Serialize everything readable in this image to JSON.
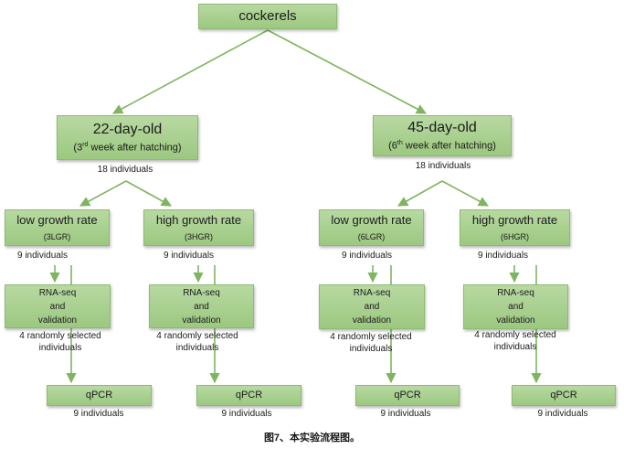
{
  "root": {
    "label": "cockerels"
  },
  "groups": [
    {
      "title": "22-day-old",
      "subtitle": {
        "ordinal_number": "3",
        "ordinal_suffix": "rd",
        "text": " week after hatching"
      },
      "count": "18 individuals",
      "branches": [
        {
          "title": "low growth rate",
          "code": "(3LGR)",
          "count": "9 individuals"
        },
        {
          "title": "high growth rate",
          "code": "(3HGR)",
          "count": "9 individuals"
        }
      ]
    },
    {
      "title": "45-day-old",
      "subtitle": {
        "ordinal_number": "6",
        "ordinal_suffix": "th",
        "text": " week after hatching"
      },
      "count": "18 individuals",
      "branches": [
        {
          "title": "low growth rate",
          "code": "(6LGR)",
          "count": "9 individuals"
        },
        {
          "title": "high growth rate",
          "code": "(6HGR)",
          "count": "9 individuals"
        }
      ]
    }
  ],
  "rnaseq": {
    "line1": "RNA-seq",
    "line2": "and",
    "line3": "validation"
  },
  "selected": {
    "line1": "4 randomly selected",
    "line2": "individuals"
  },
  "qpcr": {
    "label": "qPCR",
    "count": "9 individuals"
  },
  "caption": "图7、本实验流程图。",
  "colors": {
    "box_fill": "#a9d18e",
    "box_border": "#8dbb70",
    "arrow": "#7fb55f"
  }
}
